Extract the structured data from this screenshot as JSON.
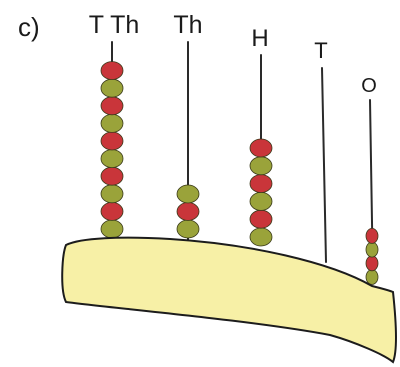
{
  "part_label": "c)",
  "rods": [
    {
      "label": "T Th",
      "beads": 10
    },
    {
      "label": "Th",
      "beads": 3
    },
    {
      "label": "H",
      "beads": 6
    },
    {
      "label": "T",
      "beads": 0
    },
    {
      "label": "O",
      "beads": 4
    }
  ],
  "colors": {
    "bead_red": "#c9353a",
    "bead_green": "#9aa33a",
    "base_fill": "#f7f0a6",
    "outline": "#1c1c1c"
  }
}
